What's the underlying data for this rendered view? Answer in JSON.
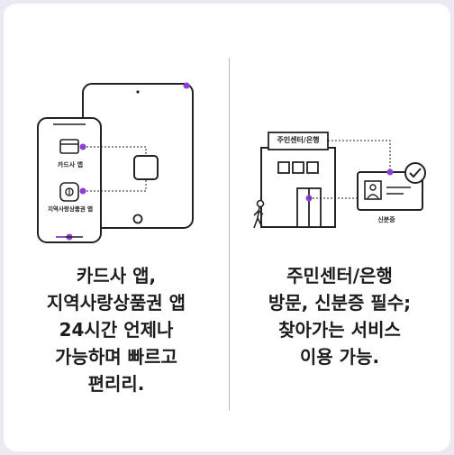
{
  "colors": {
    "accent": "#8b3fd6",
    "ink": "#1c1c1c",
    "background": "#ece9f2"
  },
  "left": {
    "phone_label_card": "카드사 앱",
    "phone_label_voucher": "지역사랑상품권 앱",
    "caption_lines": [
      "카드사 앱,",
      "지역사랑상품권 앱",
      "24시간 언제나",
      "가능하며 빠르고",
      "편리리."
    ]
  },
  "right": {
    "sign_label": "주민센터/은행",
    "id_label": "신분증",
    "caption_lines": [
      "주민센터/은행",
      "방문, 신분증 필수;",
      "찾아가는 서비스",
      "이용 가능."
    ]
  }
}
